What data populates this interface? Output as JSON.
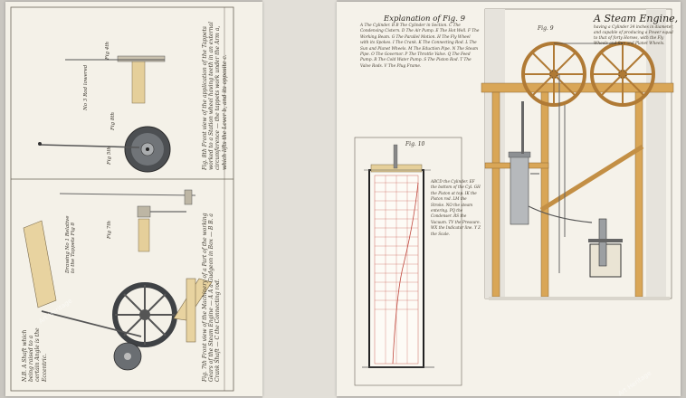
{
  "left_plate": {
    "fig4_label": "Fig 4th",
    "fig5_label": "Fig 5th",
    "fig7_label": "Fig 7th",
    "fig8_label": "Fig 8th",
    "rod_caption": "No 3 Rod lowered",
    "drawing_caption": "Drawing No 1 Relative to the Tappets Fig 8",
    "fig8_text": "Fig. 8th Front view of the application of the Tappets worked to a Station wheel having teeth in an external circumference — the tappets work under the Arm a, which lifts the Lever b, and its opposite c.",
    "fig7_text": "Fig. 7th Front view of the Machinery of a Part of the working Gears of the Steam Engine — A A a Gudgeon in Box — B B. a Crank Shaft — C the Connecting rod.",
    "bottom_text": "N.B. A Shaft which being raised to a certain Angle is the Eccentric."
  },
  "right_plate": {
    "explanation_title": "Explanation of Fig. 9",
    "explanation_body": "A The Cylinder. B B The Cylinder in Section. C The Condensing Cistern. D The Air Pump. E The Hot Well. F The Working Beam. G The Parallel Motion. H The Fly Wheel with its Spokes. I The Crank. K The Connecting Rod. L The Sun and Planet Wheels. M The Eduction Pipe. N The Steam Pipe. O The Governor. P The Throttle Valve. Q The Feed Pump. R The Cold Water Pump. S The Piston Rod. T The Valve Rods. V The Plug Frame.",
    "title": "A Steam Engine,",
    "subtitle": "having a Cylinder 34 inches in diameter, and capable of producing a Power equal to that of forty Horses, with the Fly Wheels and Sun and Planet Wheels.",
    "fig9_label": "Fig. 9",
    "fig10_label": "Fig. 10",
    "legend": "ABCD the Cylinder. EF the bottom of the Cyl. GH the Piston at top. IK the Piston rod. LM the Stroke. NO the steam entering. PQ the Condenser. RS the Vacuum. TV the Pressure. WX the Indicator line. Y Z the Scale."
  },
  "watermark": "Art Heritage"
}
